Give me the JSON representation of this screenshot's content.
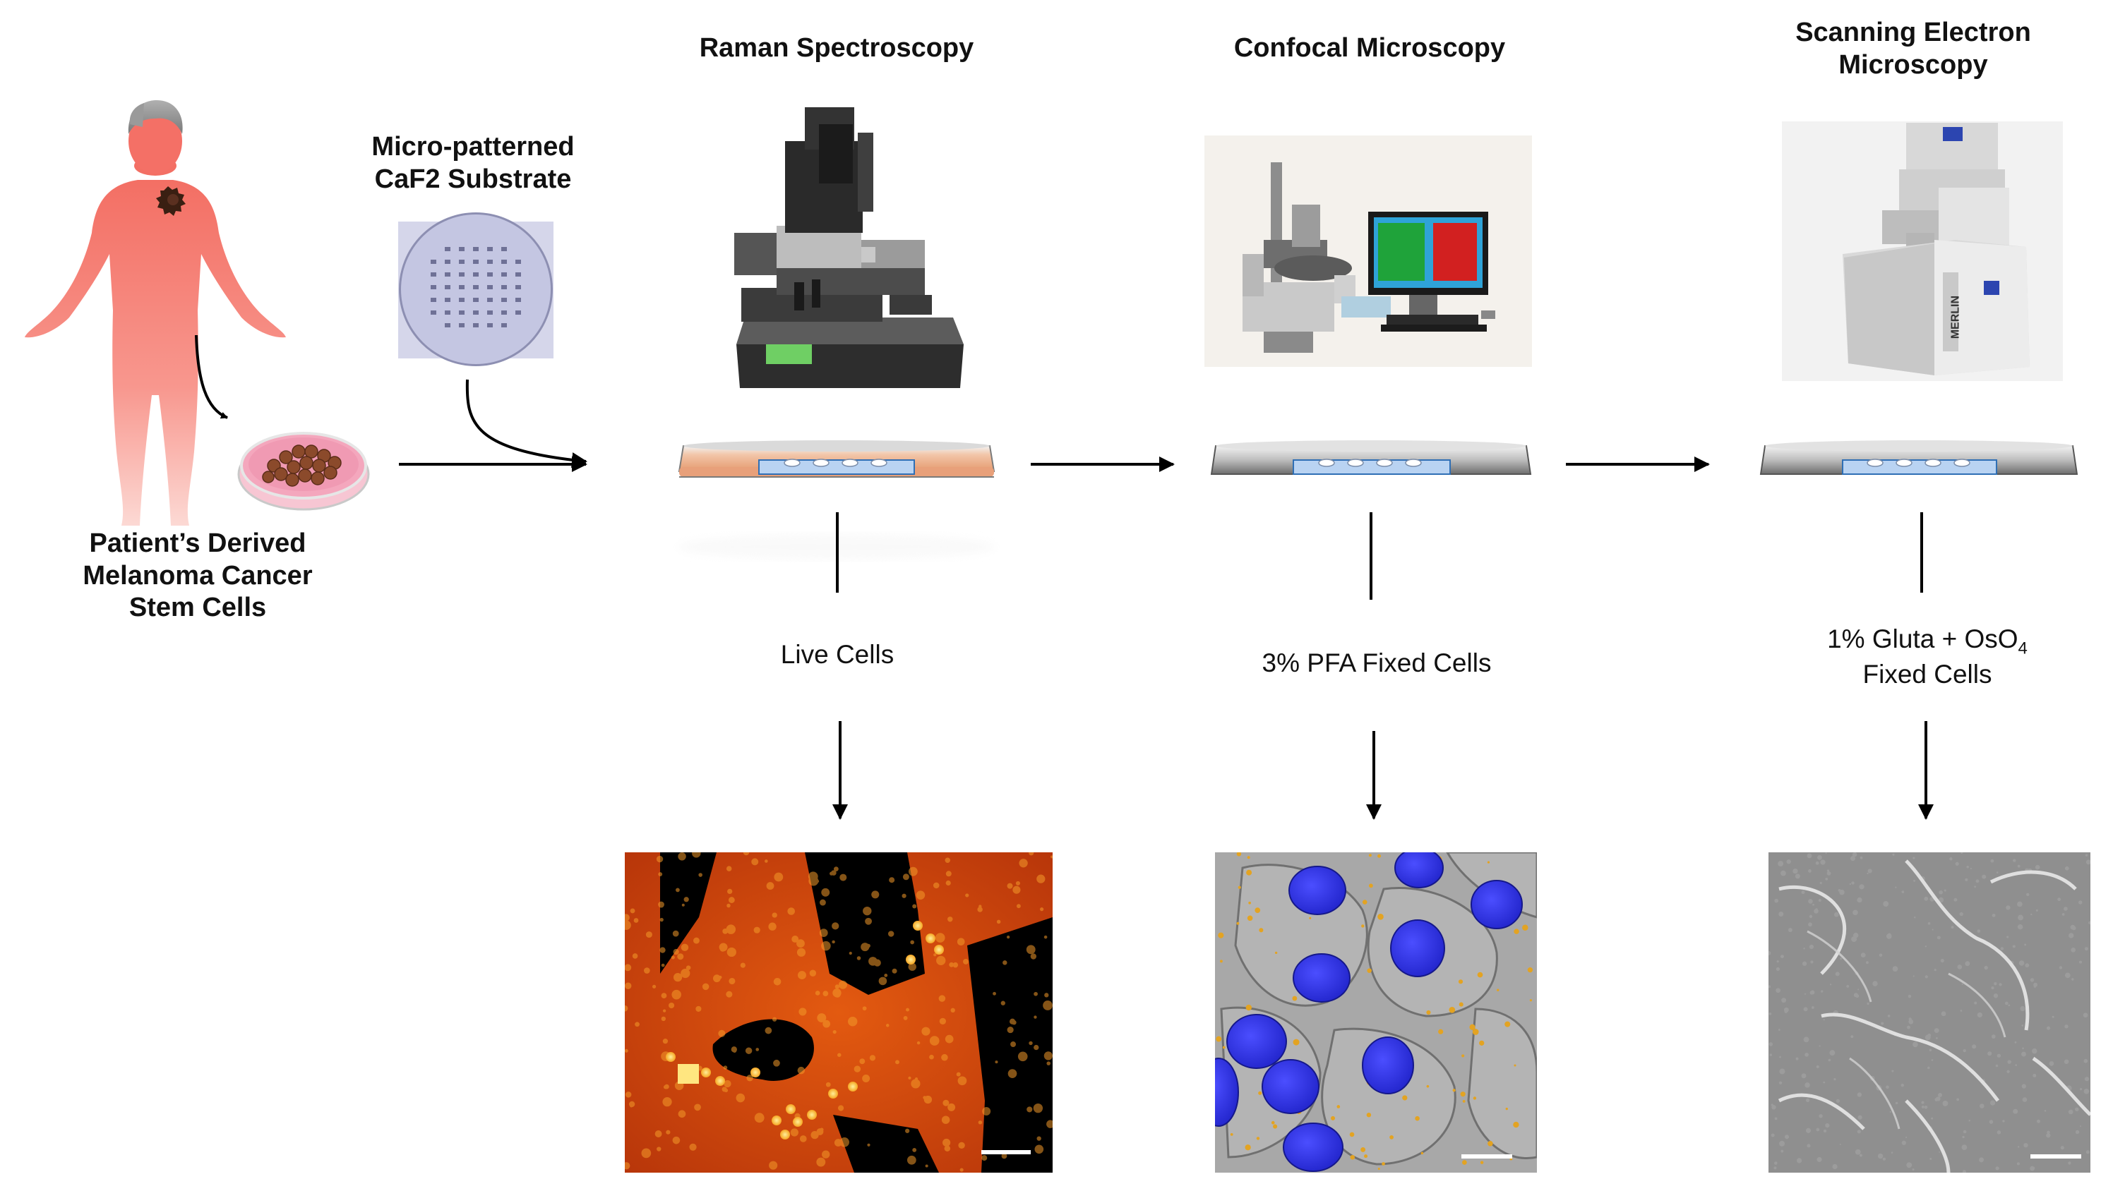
{
  "sources": {
    "patient_label": [
      "Patient’s Derived",
      "Melanoma Cancer",
      "Stem Cells"
    ],
    "substrate_label": [
      "Micro-patterned",
      "CaF2 Substrate"
    ]
  },
  "techniques": [
    {
      "title": [
        "Raman Spectroscopy"
      ],
      "condition": [
        "Live Cells"
      ]
    },
    {
      "title": [
        "Confocal Microscopy"
      ],
      "condition": [
        "3% PFA Fixed Cells"
      ]
    },
    {
      "title": [
        "Scanning Electron",
        "Microscopy"
      ],
      "condition_main": "1% Gluta + OsO",
      "condition_sub": "4",
      "condition_line2": "Fixed Cells"
    }
  ],
  "instrument_brand": "MERLIN",
  "colors": {
    "body_skin": "#f7877e",
    "petri_medium": "#f4a7bd",
    "raman_stain": "#d14a08",
    "nuclei_blue": "#2f32f0",
    "sem_gray": "#8c8c8c",
    "slide_blue": "#b9d3f2"
  }
}
